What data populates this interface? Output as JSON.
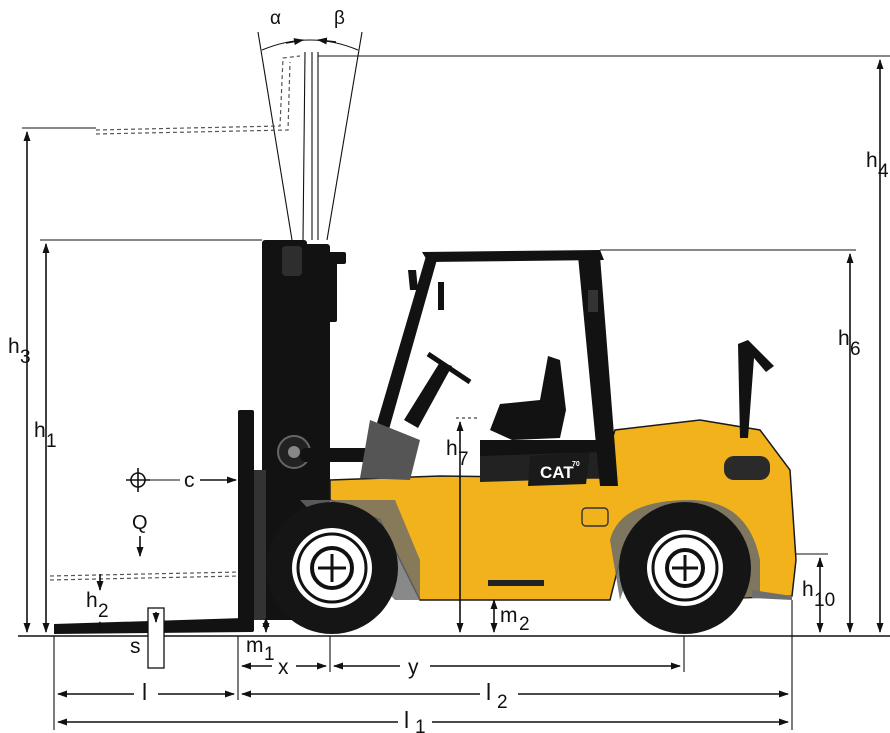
{
  "labels": {
    "alpha": "α",
    "beta": "β",
    "h4": "h",
    "h4_sub": "4",
    "h3": "h",
    "h3_sub": "3",
    "h1": "h",
    "h1_sub": "1",
    "h6": "h",
    "h6_sub": "6",
    "h7": "h",
    "h7_sub": "7",
    "h10": "h",
    "h10_sub": "10",
    "h2": "h",
    "h2_sub": "2",
    "m1": "m",
    "m1_sub": "1",
    "m2": "m",
    "m2_sub": "2",
    "c": "c",
    "Q": "Q",
    "s": "s",
    "x": "x",
    "y": "y",
    "l": "l",
    "l2": "l",
    "l2_sub": "2",
    "l1": "l",
    "l1_sub": "1"
  },
  "branding": {
    "logo_text": "CAT",
    "model_text": "70"
  },
  "colors": {
    "body": "#f2b21c",
    "frame": "#121212",
    "counterweight_shadow": "#6b6b6b",
    "ink": "#111111"
  }
}
